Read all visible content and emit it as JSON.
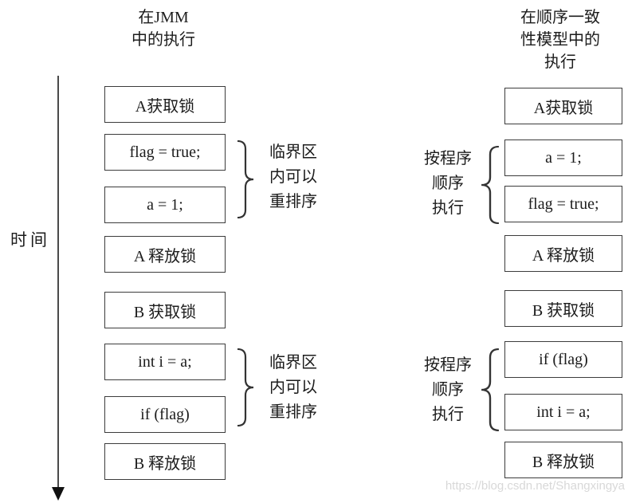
{
  "headers": {
    "left": {
      "line1": "在JMM",
      "line2": "中的执行"
    },
    "right": {
      "line1": "在顺序一致",
      "line2": "性模型中的",
      "line3": "执行"
    }
  },
  "time_axis": {
    "label": "时间"
  },
  "left_column": {
    "boxes": [
      "A获取锁",
      "flag = true;",
      "a = 1;",
      "A 释放锁",
      "B 获取锁",
      "int i = a;",
      "if (flag)",
      "B 释放锁"
    ]
  },
  "right_column": {
    "boxes": [
      "A获取锁",
      "a = 1;",
      "flag = true;",
      "A 释放锁",
      "B 获取锁",
      "if (flag)",
      "int i = a;",
      "B 释放锁"
    ]
  },
  "annotations": {
    "critical_section": {
      "line1": "临界区",
      "line2": "内可以",
      "line3": "重排序"
    },
    "program_order": {
      "line1": "按程序",
      "line2": "顺序",
      "line3": "执行"
    }
  },
  "watermark": "https://blog.csdn.net/Shangxingya",
  "colors": {
    "box_border": "#3c3c3c",
    "text": "#1c1c1c",
    "axis": "#4a4a4a",
    "watermark": "#d8d8d8"
  }
}
